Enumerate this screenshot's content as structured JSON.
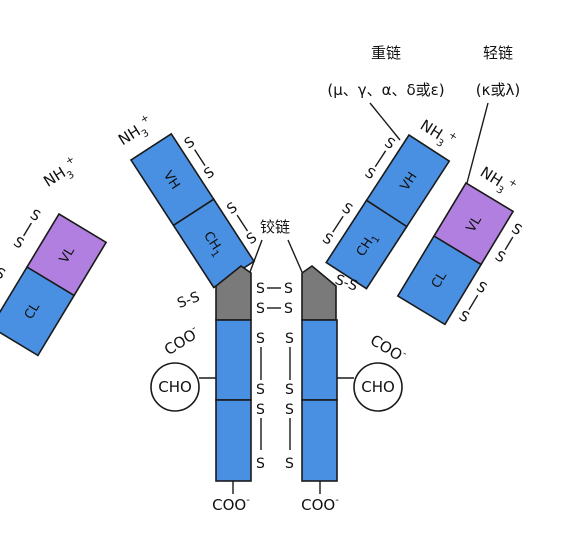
{
  "colors": {
    "heavy_chain": "#4a90e2",
    "light_constant": "#4a90e2",
    "light_variable": "#b07fe0",
    "hinge": "#7a7a7a",
    "outline": "#1a1a1a"
  },
  "labels": {
    "heavy_chain_title": "重链",
    "heavy_chain_types": "(μ、γ、α、δ或ε)",
    "light_chain_title": "轻链",
    "light_chain_types": "(κ或λ)",
    "hinge": "铰链"
  },
  "domains": {
    "vh": "VH",
    "ch1": "CH",
    "ch1_sub": "1",
    "vl": "VL",
    "cl": "CL"
  },
  "termini": {
    "nh3": "NH",
    "nh3_sub": "3",
    "nh3_sup": "+",
    "coo": "COO",
    "coo_sup": "-"
  },
  "sulfur": "S",
  "ss": "S-S",
  "cho": "CHO"
}
